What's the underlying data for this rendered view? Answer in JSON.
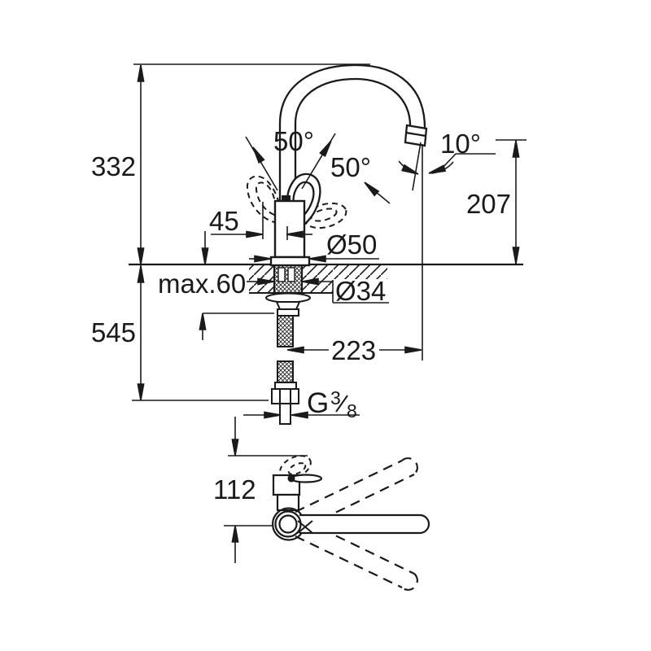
{
  "drawing": {
    "kind": "faucet-technical-dimension-drawing",
    "line_color": "#1a1a1a",
    "background_color": "#ffffff",
    "labels": {
      "height_above_deck": "332",
      "depth_below_deck": "545",
      "handle_rear_clearance": "45",
      "max_counter_thickness": "max.60",
      "body_diameter": "Ø50",
      "hole_diameter": "Ø34",
      "spout_reach": "223",
      "outlet_height": "207",
      "handle_swing_front": "50°",
      "handle_swing_back": "50°",
      "outlet_angle": "10°",
      "base_section_height": "112",
      "thread_g": "G",
      "thread_numerator": "3",
      "thread_denominator": "8"
    }
  }
}
